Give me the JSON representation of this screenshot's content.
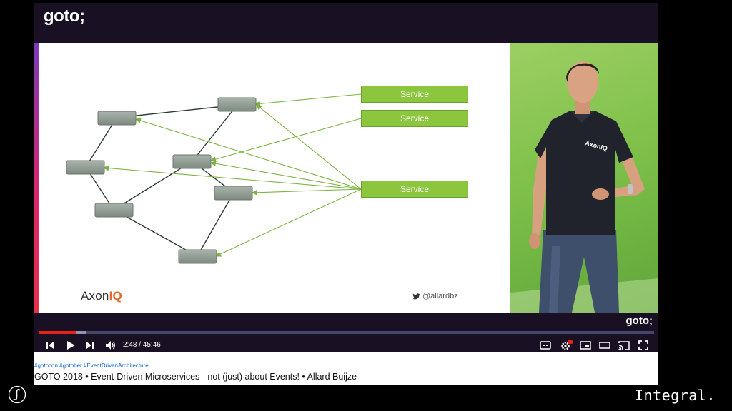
{
  "player": {
    "top_logo": "goto;",
    "bottom_logo": "goto;",
    "slide": {
      "services": [
        "Service",
        "Service",
        "Service"
      ],
      "brand_prefix": "Axon",
      "brand_suffix": "IQ",
      "twitter_handle": "@allardbz",
      "colors": {
        "service_fill": "#8cc63f",
        "node_fill": "#8f9c92",
        "edge": "#2f3b32",
        "arrow": "#7bb340"
      }
    },
    "speaker_shirt_logo": "AxonIQ",
    "controls": {
      "time": "2:48 / 45:46",
      "progress": {
        "played_fraction": 0.061,
        "buffered_fraction": 0.077
      },
      "icons": [
        "previous-icon",
        "play-icon",
        "next-icon",
        "volume-icon",
        "captions-icon",
        "settings-icon",
        "miniplayer-icon",
        "theater-icon",
        "cast-icon",
        "fullscreen-icon"
      ],
      "accent_color": "#e62117"
    }
  },
  "info": {
    "hashtags": "#gotocon #gotober #EventDrivenArchitecture",
    "title": "GOTO 2018 • Event-Driven Microservices - not (just) about Events! • Allard Buijze"
  },
  "branding": {
    "channel": "Integral."
  }
}
